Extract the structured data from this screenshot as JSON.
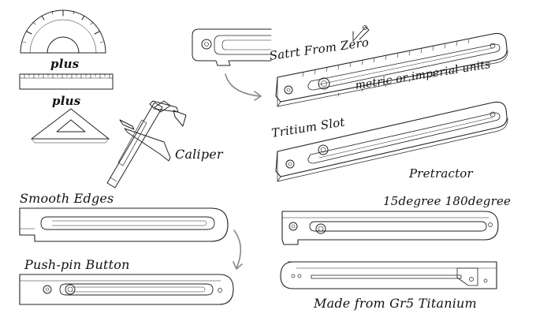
{
  "labels": {
    "plus_1": "plus",
    "plus_2": "plus",
    "caliper": "Caliper",
    "smooth_edges": "Smooth Edges",
    "push_pin_button": "Push-pin Button",
    "start_from_zero": "Satrt From Zero",
    "units": "metric or imperial units",
    "tritium_slot": "Tritium Slot",
    "protractor": "Pretractor",
    "degrees": "15degree 180degree",
    "material": "Made from Gr5 Titanium"
  },
  "icons": [
    "protractor-icon",
    "ruler-icon",
    "set-square-icon",
    "caliper-icon",
    "l-bracket-icon",
    "curved-arrow-icon"
  ],
  "colors": {
    "line": "#222222",
    "arrow": "#888888",
    "shade": "#bbbbbb"
  }
}
